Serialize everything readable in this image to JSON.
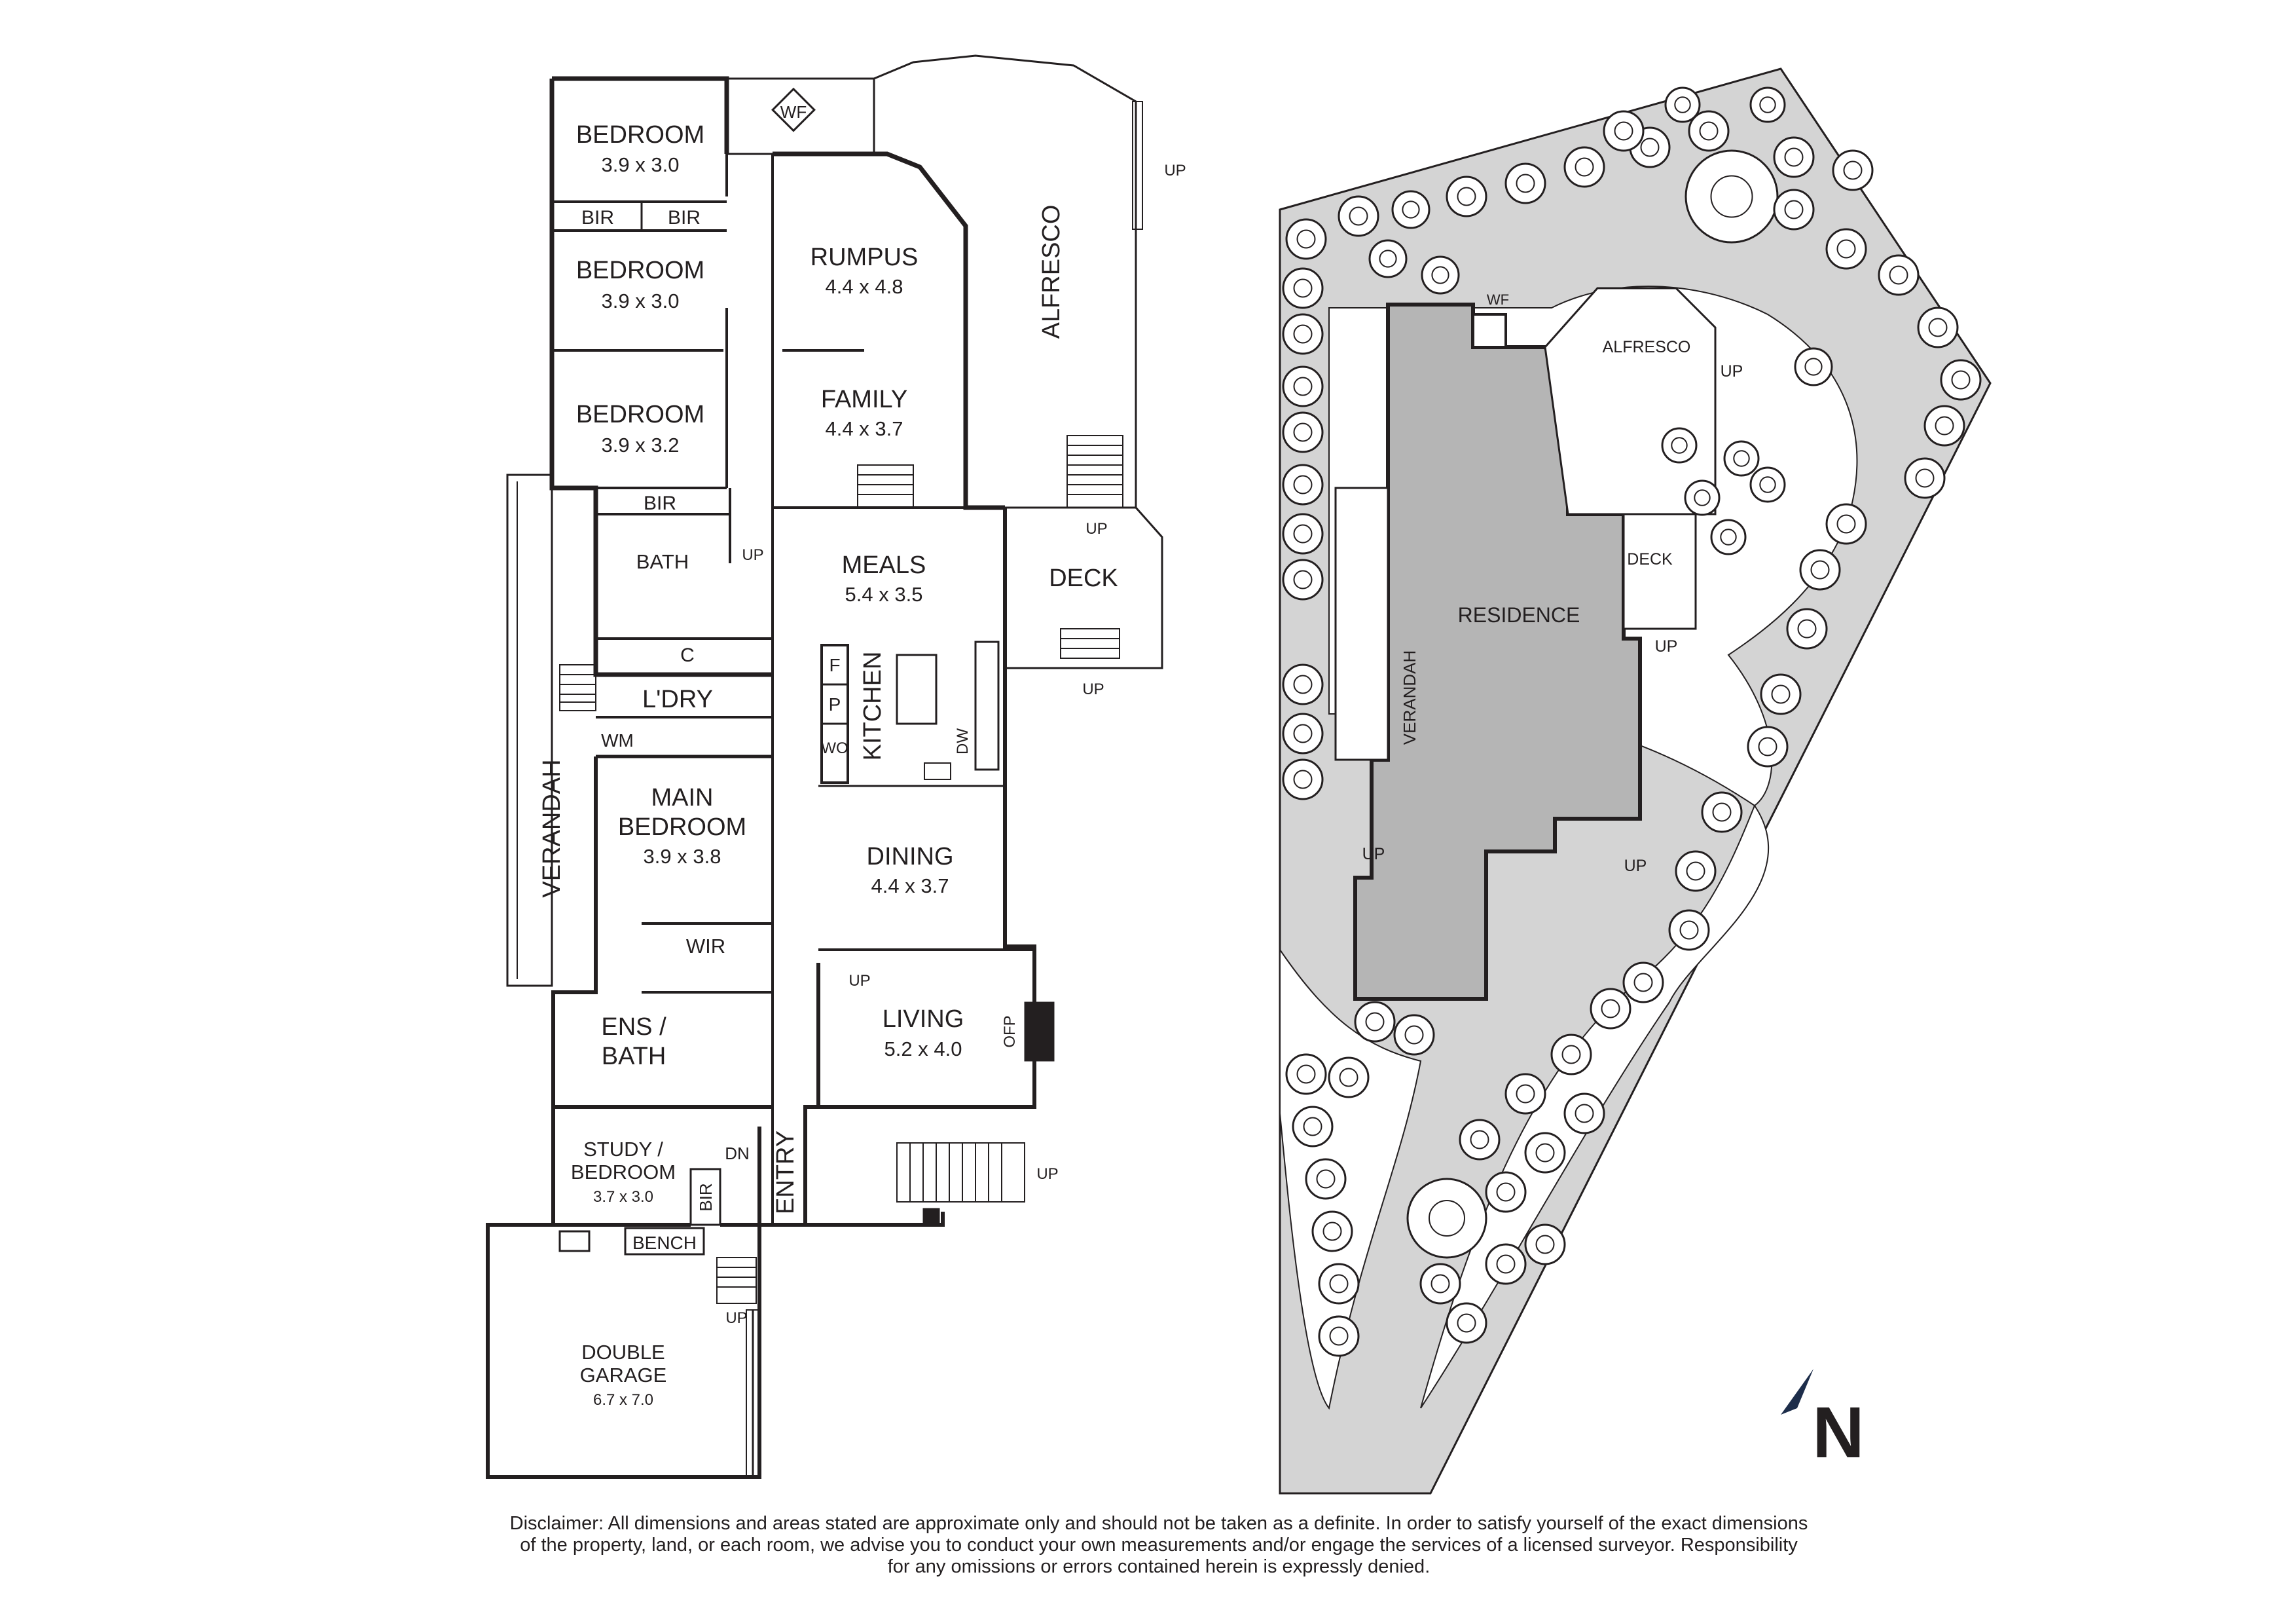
{
  "floor_plan": {
    "rooms": {
      "bedroom_1": {
        "name": "BEDROOM",
        "size": "3.9 x 3.0"
      },
      "bedroom_2": {
        "name": "BEDROOM",
        "size": "3.9 x 3.0"
      },
      "bedroom_3": {
        "name": "BEDROOM",
        "size": "3.9 x 3.2"
      },
      "rumpus": {
        "name": "RUMPUS",
        "size": "4.4 x 4.8"
      },
      "family": {
        "name": "FAMILY",
        "size": "4.4 x 3.7"
      },
      "meals": {
        "name": "MEALS",
        "size": "5.4 x 3.5"
      },
      "main_bedroom": {
        "name_line1": "MAIN",
        "name_line2": "BEDROOM",
        "size": "3.9 x 3.8"
      },
      "dining": {
        "name": "DINING",
        "size": "4.4 x 3.7"
      },
      "living": {
        "name": "LIVING",
        "size": "5.2 x 4.0"
      },
      "study": {
        "name_line1": "STUDY /",
        "name_line2": "BEDROOM",
        "size": "3.7 x 3.0"
      },
      "garage": {
        "name_line1": "DOUBLE",
        "name_line2": "GARAGE",
        "size": "6.7 x 7.0"
      }
    },
    "labels": {
      "wf": "WF",
      "bir": "BIR",
      "bath": "BATH",
      "c": "C",
      "laundry": "L'DRY",
      "wm": "WM",
      "wir": "WIR",
      "ensuite_line1": "ENS /",
      "ensuite_line2": "BATH",
      "verandah": "VERANDAH",
      "alfresco": "ALFRESCO",
      "deck": "DECK",
      "kitchen": "KITCHEN",
      "f": "F",
      "p": "P",
      "wo": "WO",
      "dw": "DW",
      "ofp": "OFP",
      "entry": "ENTRY",
      "dn": "DN",
      "bench": "BENCH",
      "up": "UP"
    }
  },
  "site_plan": {
    "residence": "RESIDENCE",
    "verandah": "VERANDAH",
    "alfresco": "ALFRESCO",
    "deck": "DECK",
    "wf": "WF",
    "up": "UP",
    "north": "N"
  },
  "disclaimer": {
    "line1": "Disclaimer: All dimensions and areas stated are approximate only and should not be taken as a definite. In order to satisfy yourself of the exact dimensions",
    "line2": "of the property, land, or each room, we advise you to conduct your own measurements and/or engage the services of a licensed surveyor. Responsibility",
    "line3": "for any omissions or errors contained herein is expressly denied."
  },
  "colors": {
    "line": "#231f20",
    "site_fill": "#d4d4d4",
    "residence_fill": "#b5b5b5",
    "north_arrow": "#1d2d4a"
  }
}
